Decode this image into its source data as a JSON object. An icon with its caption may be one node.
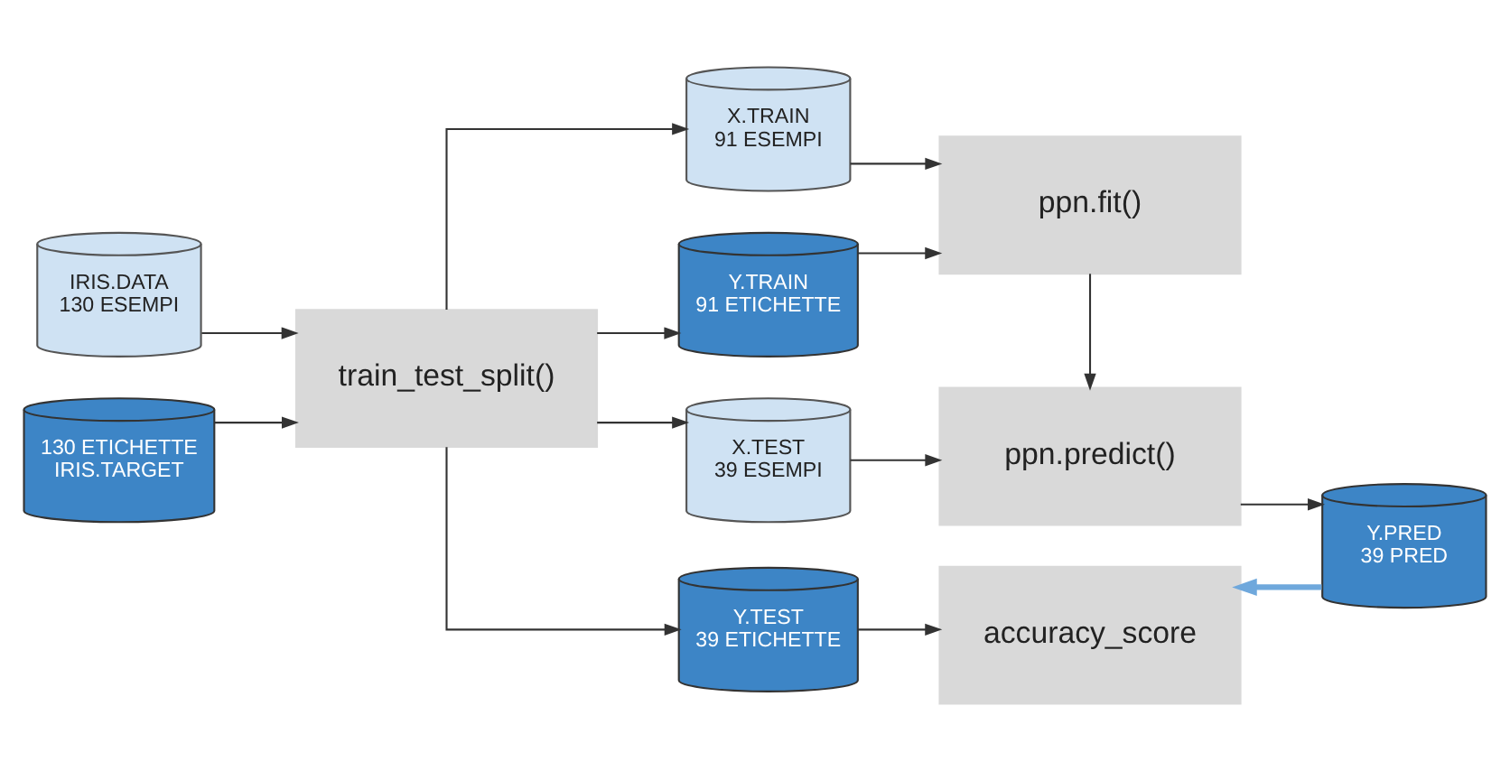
{
  "diagram": {
    "nodes": [
      {
        "text": [
          "IRIS.DATA",
          "130 ESEMPI"
        ]
      },
      {
        "text": [
          "130 ETICHETTE",
          "IRIS.TARGET"
        ]
      },
      {
        "text": [
          "train_test_split()"
        ]
      },
      {
        "text": [
          "X.TRAIN",
          "91 ESEMPI"
        ]
      },
      {
        "text": [
          "Y.TRAIN",
          "91 ETICHETTE"
        ]
      },
      {
        "text": [
          "X.TEST",
          "39 ESEMPI"
        ]
      },
      {
        "text": [
          "Y.TEST",
          "39 ETICHETTE"
        ]
      },
      {
        "text": [
          "ppn.fit()"
        ]
      },
      {
        "text": [
          "ppn.predict()"
        ]
      },
      {
        "text": [
          "accuracy_score"
        ]
      },
      {
        "text": [
          "Y.PRED",
          "39 PRED"
        ]
      }
    ],
    "edges": [
      {
        "from": 0,
        "to": 2,
        "arrow": "to"
      },
      {
        "from": 1,
        "to": 2,
        "arrow": "to"
      },
      {
        "from": 2,
        "to": 3,
        "arrow": "to"
      },
      {
        "from": 2,
        "to": 4,
        "arrow": "to"
      },
      {
        "from": 2,
        "to": 5,
        "arrow": "to"
      },
      {
        "from": 2,
        "to": 6,
        "arrow": "to"
      },
      {
        "from": 3,
        "to": 7,
        "arrow": "to"
      },
      {
        "from": 4,
        "to": 7,
        "arrow": "to"
      },
      {
        "from": 7,
        "to": 8,
        "arrow": "to"
      },
      {
        "from": 5,
        "to": 8,
        "arrow": "to"
      },
      {
        "from": 8,
        "to": 10,
        "arrow": "to"
      },
      {
        "from": 6,
        "to": 9,
        "arrow": "to"
      },
      {
        "from": 10,
        "to": 9,
        "arrow": "to",
        "style": "thick",
        "color": "#6fa8dc"
      }
    ]
  }
}
